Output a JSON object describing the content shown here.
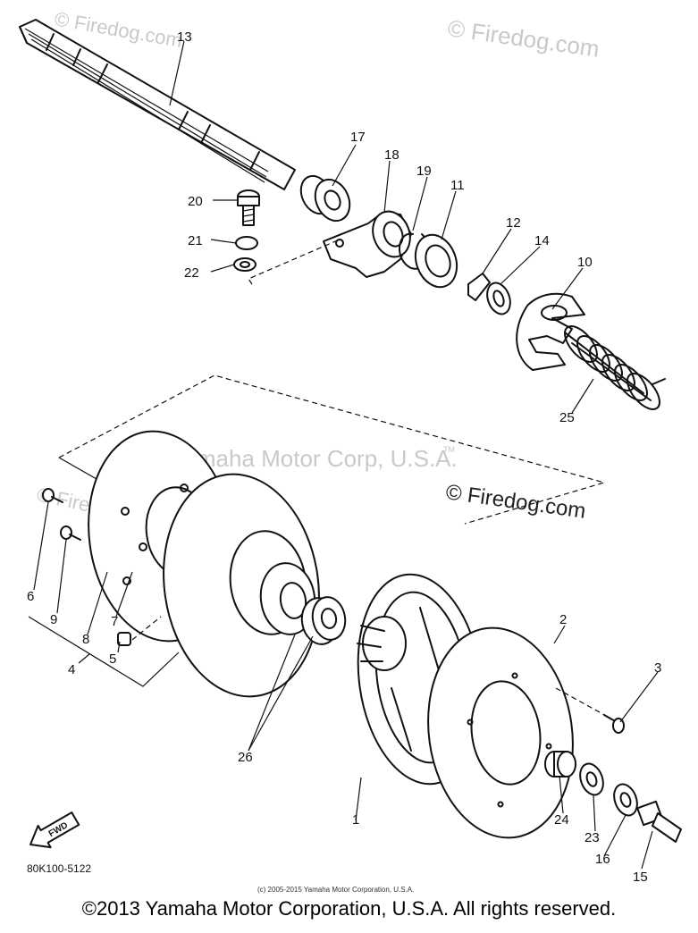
{
  "watermarks": {
    "top_right": "© Firedog.com",
    "top_left": "© Firedog.com",
    "middle": "Yamaha Motor Corp, U.S.A.",
    "middle_tm": "TM",
    "right": "© Firedog.com",
    "left": "© Firedog.com"
  },
  "callouts": [
    "1",
    "2",
    "3",
    "4",
    "5",
    "6",
    "7",
    "8",
    "9",
    "10",
    "11",
    "12",
    "13",
    "14",
    "15",
    "16",
    "17",
    "18",
    "19",
    "20",
    "21",
    "22",
    "23",
    "24",
    "25",
    "26"
  ],
  "fwd_label": "FWD",
  "part_code": "80K100-5122",
  "small_copyright": "(c) 2005-2015 Yamaha Motor Corporation, U.S.A.",
  "footer_copyright": "©2013 Yamaha Motor Corporation, U.S.A. All rights reserved."
}
